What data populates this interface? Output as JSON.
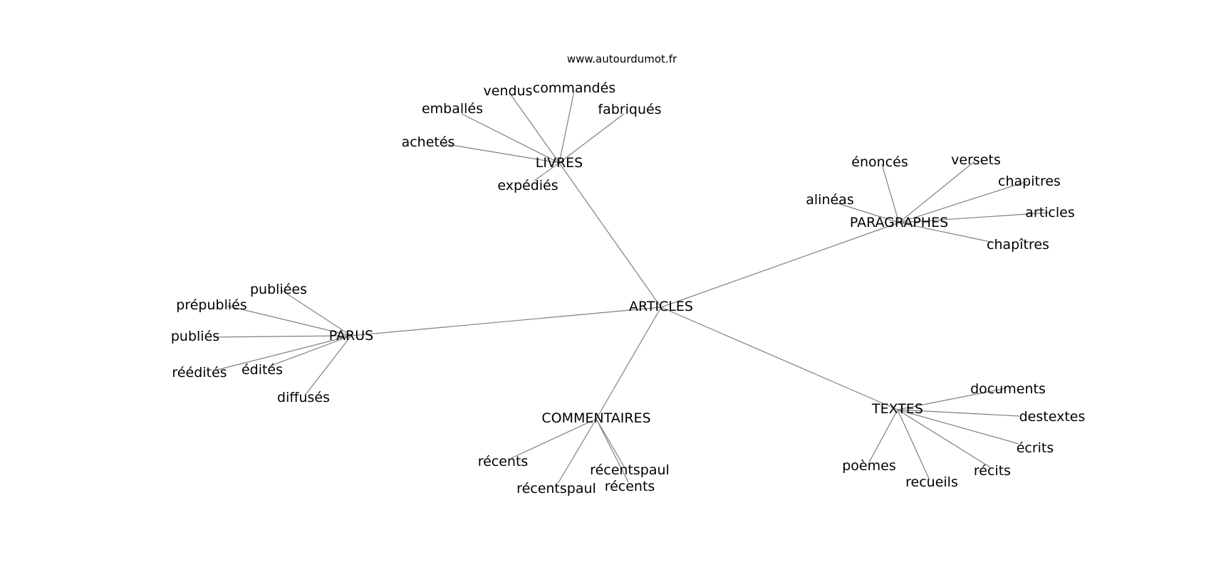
{
  "source": "www.autourdumot.fr",
  "center": {
    "id": "articles",
    "label": "ARTICLES"
  },
  "hubs": [
    {
      "id": "livres",
      "label": "LIVRES",
      "leaves": [
        {
          "id": "livres-vendus",
          "label": "vendus"
        },
        {
          "id": "livres-commandes",
          "label": "commandés"
        },
        {
          "id": "livres-fabriques",
          "label": "fabriqués"
        },
        {
          "id": "livres-emballes",
          "label": "emballés"
        },
        {
          "id": "livres-achetes",
          "label": "achetés"
        },
        {
          "id": "livres-expedies",
          "label": "expédiés"
        }
      ]
    },
    {
      "id": "paragraphes",
      "label": "PARAGRAPHES",
      "leaves": [
        {
          "id": "paragraphes-enonces",
          "label": "énoncés"
        },
        {
          "id": "paragraphes-versets",
          "label": "versets"
        },
        {
          "id": "paragraphes-chapitres",
          "label": "chapitres"
        },
        {
          "id": "paragraphes-alineas",
          "label": "alinéas"
        },
        {
          "id": "paragraphes-articles",
          "label": "articles"
        },
        {
          "id": "paragraphes-chapitres-accent",
          "label": "chapîtres"
        }
      ]
    },
    {
      "id": "parus",
      "label": "PARUS",
      "leaves": [
        {
          "id": "parus-publiees",
          "label": "publiées"
        },
        {
          "id": "parus-prepublies",
          "label": "prépubliés"
        },
        {
          "id": "parus-publies",
          "label": "publiés"
        },
        {
          "id": "parus-reedites",
          "label": "réédités"
        },
        {
          "id": "parus-edites",
          "label": "édités"
        },
        {
          "id": "parus-diffuses",
          "label": "diffusés"
        }
      ]
    },
    {
      "id": "commentaires",
      "label": "COMMENTAIRES",
      "leaves": [
        {
          "id": "commentaires-recents",
          "label": "récents"
        },
        {
          "id": "commentaires-recentspaul-a",
          "label": "récentspaul"
        },
        {
          "id": "commentaires-recentspaul-b",
          "label": "récentspaul"
        },
        {
          "id": "commentaires-recents-b",
          "label": "récents"
        }
      ]
    },
    {
      "id": "textes",
      "label": "TEXTES",
      "leaves": [
        {
          "id": "textes-documents",
          "label": "documents"
        },
        {
          "id": "textes-destextes",
          "label": "destextes"
        },
        {
          "id": "textes-ecrits",
          "label": "écrits"
        },
        {
          "id": "textes-recits",
          "label": "récits"
        },
        {
          "id": "textes-recueils",
          "label": "recueils"
        },
        {
          "id": "textes-poemes",
          "label": "poèmes"
        }
      ]
    }
  ]
}
